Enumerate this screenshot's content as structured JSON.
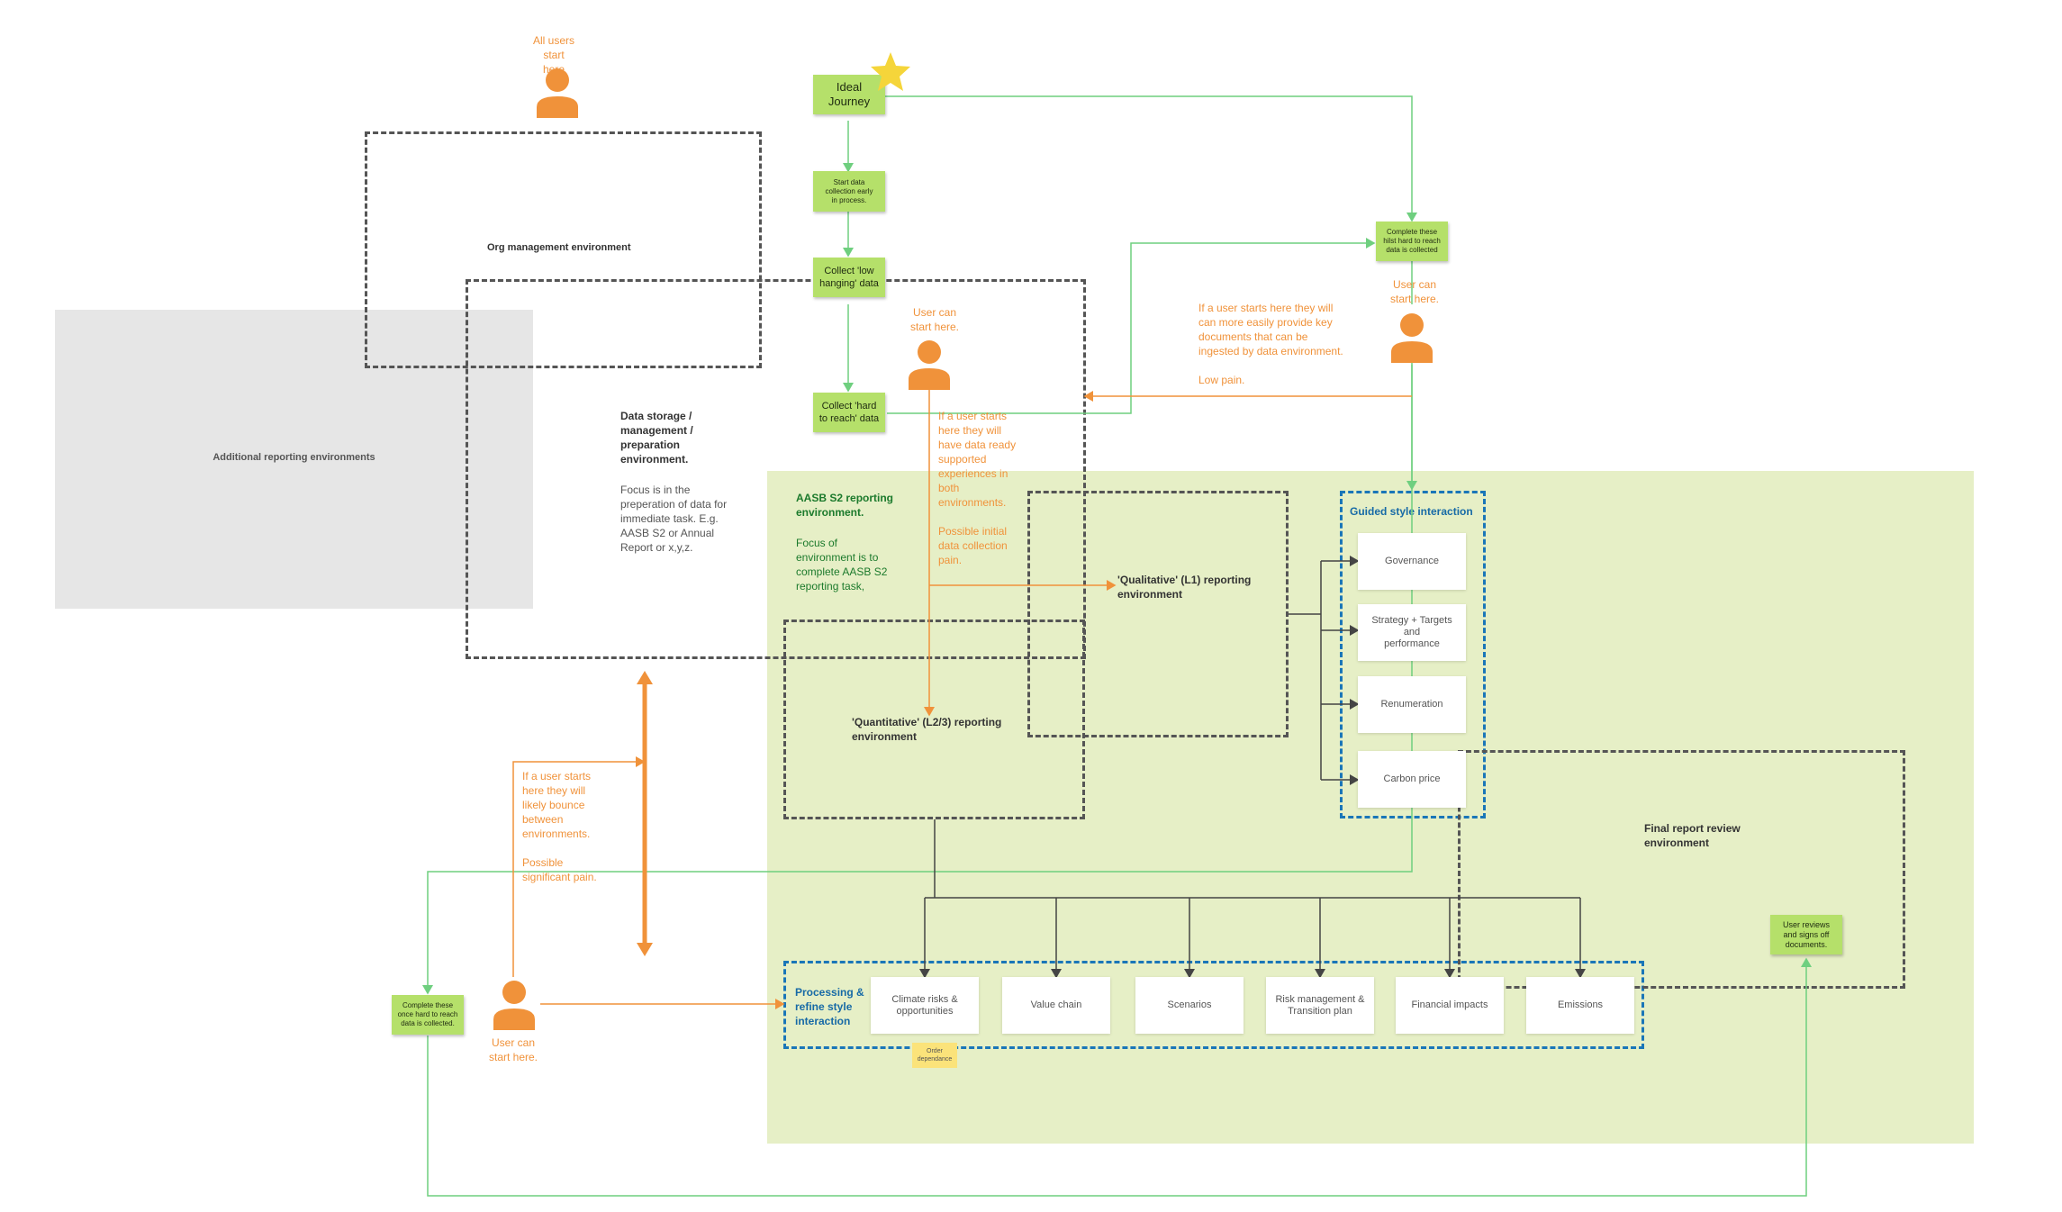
{
  "zones": {
    "additional_reporting": "Additional reporting environments",
    "org_management": "Org management environment",
    "data_storage_title": "Data storage /\nmanagement /\npreparation\nenvironment.",
    "data_storage_desc": "Focus is in the\npreperation of data for\nimmediate task. E.g.\nAASB S2 or Annual\nReport or x,y,z.",
    "aasb_title": "AASB S2 reporting\nenvironment.",
    "aasb_desc": "Focus of\nenvironment is to\ncomplete AASB S2\nreporting task,",
    "qualitative": "'Qualitative' (L1) reporting\nenvironment",
    "quantitative": "'Quantitative' (L2/3) reporting\nenvironment",
    "guided": "Guided style interaction",
    "processing": "Processing &\nrefine style\ninteraction",
    "final_review": "Final report review\nenvironment"
  },
  "ideal_journey": {
    "label": "Ideal\nJourney",
    "steps": [
      "Start data\ncollection early\nin process.",
      "Collect 'low\nhanging' data",
      "Collect 'hard\nto reach' data"
    ]
  },
  "notes": {
    "complete_top": "Complete these\nhilst hard to reach\ndata is collected",
    "complete_bottom": "Complete these\nonce hard to reach\ndata is collected.",
    "user_reviews": "User reviews\nand signs off\ndocuments.",
    "order_dependance": "Order\ndependance"
  },
  "users": {
    "all_users": "All users\nstart here",
    "user_center": "User can\nstart here.",
    "user_right": "User can\nstart here.",
    "user_bottom": "User can\nstart here."
  },
  "annotations": {
    "right": "If a user starts here they will\ncan more easily provide key\ndocuments that can be\ningested by data environment.\n\nLow pain.",
    "center": "If a user starts\nhere they will\nhave data ready\nsupported\nexperiences in\nboth\nenvironments.\n\nPossible initial\ndata collection\npain.",
    "bottom": "If a user starts\nhere they will\nlikely bounce\nbetween\nenvironments.\n\nPossible\nsignificant pain."
  },
  "guided_items": [
    "Governance",
    "Strategy + Targets and\nperformance",
    "Renumeration",
    "Carbon price"
  ],
  "processing_items": [
    "Climate risks &\nopportunities",
    "Value chain",
    "Scenarios",
    "Risk management &\nTransition plan",
    "Financial impacts",
    "Emissions"
  ],
  "colors": {
    "green_line": "#6fcf7f",
    "orange": "#f0923a",
    "dark_line": "#444444",
    "blue_dash": "#1a76b8",
    "zone_green": "#e6efc6",
    "zone_grey": "#e6e6e6",
    "note_green": "#b5e06a",
    "star": "#f5d53a"
  },
  "icons": [
    "star-icon",
    "person-icon"
  ]
}
